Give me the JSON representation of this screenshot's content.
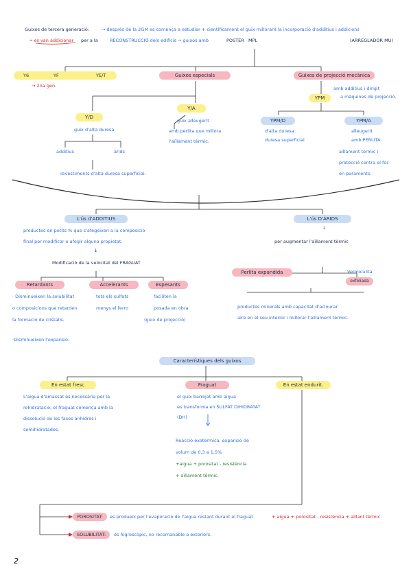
{
  "intro": {
    "line1_title": "Guixos de tercera generació:",
    "line1_text": "→ després de la 2GM es comença a estudiar + científicament el guix millorant la incorporació d'additius i addicions",
    "line2_prefix": "→ es van addicionar",
    "line2_text": "per a la",
    "line2_text2": "RECONSTRUCCIÓ dels edificis → guixos amb",
    "line2_text3": "POSTER",
    "line2_text4": "MPL",
    "line2_right": "(ARREGLADOR MU)"
  },
  "top_row": {
    "group1": [
      "Y6",
      "YF",
      "YE/T"
    ],
    "group1_note": "→ 2na gen.",
    "especials": "Guixos especials",
    "projeccio": "Guixos de projecció mecànica",
    "ypm": "YPM",
    "ypm_note1": "amb additius i dirigit",
    "ypm_note2": "a màquines de projecció."
  },
  "especials_children": {
    "yd": "Y/D",
    "yd_text": "guix d'alta duresa",
    "yd_sub1": "additius",
    "yd_sub2": "àrids",
    "yd_footer": "revestiments d'alta duresa superficial.",
    "ya": "Y/A",
    "ya_text1": "guix alleugerit",
    "ya_text2": "amb perlita que millora",
    "ya_text3": "l'aïllament tèrmic."
  },
  "projeccio_children": {
    "ypmd": "YPM/D",
    "ypmd_text1": "d'alta duresa",
    "ypmd_text2": "duresa superficial",
    "ypma": "YPM/A",
    "ypma_text1": "alleugerit",
    "ypma_text2": "amb PERLITA",
    "ypma_text3": "aïllament tèrmic i",
    "ypma_text4": "protecció contra el foc",
    "ypma_text5": "en paraments."
  },
  "additius": {
    "title": "L'ús d'ADDITIUS",
    "text1": "productes en petits % que s'afegeixen a la composició",
    "text2": "final per modificar o afegir alguna propietat.",
    "arrow": "↓",
    "subtitle": "Modificació de la velocitat del FRAGUAT",
    "retardants": "Retardants",
    "accelerants": "Accelerants",
    "espesants": "Espesants",
    "ret_text1": "· Disminueixen la solubilitat",
    "ret_text2": "o composicions que retarden",
    "ret_text3": "la formació de cristalls.",
    "acc_text1": "tots els sulfats",
    "acc_text2": "menys el ferro",
    "esp_text1": "faciliten la",
    "esp_text2": "posada en obra",
    "esp_text3": "(guix de projecció)",
    "footer": "·Disminueixen l'expansió."
  },
  "arids": {
    "title": "L'ús D'ÀRIDS",
    "arrow": "↓",
    "text": "per augmentar l'aïllament tèrmic",
    "perlita": "Perlita expandida",
    "vermiculita1": "Vermiculita",
    "vermiculita2": "exfoliada",
    "desc1": "productes minerals amb capacitat d'aclourar",
    "desc2": "aire en el seu interior i millorar l'aïllament tèrmic."
  },
  "caracteristiques": {
    "title": "Característiques dels guixos",
    "fresc": "En estat fresc",
    "fraguat": "Fraguat",
    "endurit": "En estat endurit.",
    "fresc_text1": "L'aigua d'amassat és necessària per la",
    "fresc_text2": "rehidratació, el fraguat comença amb la",
    "fresc_text3": "dissolució de les fases anhidres i",
    "fresc_text4": "semihidratades.",
    "fraguat_text1": "el guix barrejat amb aigua",
    "fraguat_text2": "es transforma en SULFAT DIHIDRATAT",
    "fraguat_text3": "(DH)",
    "fraguat_text4": "Reacció exotèrmica, expansió de",
    "fraguat_text5": "volum de 0,3 a 1,5%",
    "fraguat_text6": "+aigua + porositat - resistència",
    "fraguat_text7": "+ aïllament tèrmic."
  },
  "endurit_items": {
    "porositat_label": "POROSITAT:",
    "porositat_text": "es produeix per l'evaporació de l'aigua restant durant el fraguat",
    "porositat_red": "+ aigua + porositat - resistència + aïllant tèrmic",
    "solubilitat_label": "SOLUBILITAT:",
    "solubilitat_text": "és higroscòpic, no recomanable a exteriors."
  },
  "page_number": "2",
  "colors": {
    "ink": "#1f2a4a",
    "blue_ink": "#2e6fd6",
    "red_ink": "#d8262b",
    "pink_highlight": "#f6b7c0",
    "blue_highlight": "#c9dcf4",
    "yellow_highlight": "#fbf08a"
  }
}
